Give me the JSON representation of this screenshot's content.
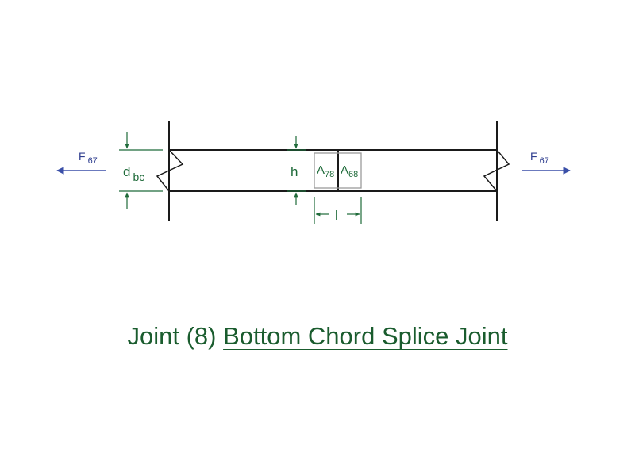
{
  "diagram": {
    "force_left": {
      "symbol": "F",
      "subscript": "67"
    },
    "force_right": {
      "symbol": "F",
      "subscript": "67"
    },
    "depth_label": {
      "symbol": "d",
      "subscript": "bc"
    },
    "height_label": "h",
    "length_label": "l",
    "area_left": {
      "symbol": "A",
      "subscript": "78"
    },
    "area_right": {
      "symbol": "A",
      "subscript": "68"
    },
    "colors": {
      "member_lines": "#1a1a1a",
      "dimension_lines": "#1f6b3a",
      "force_arrows": "#3a4fa8",
      "area_box": "#9a9a9a",
      "caption": "#1a5c2e"
    }
  },
  "caption": {
    "prefix": "Joint (8)",
    "title": "Bottom Chord Splice Joint"
  }
}
